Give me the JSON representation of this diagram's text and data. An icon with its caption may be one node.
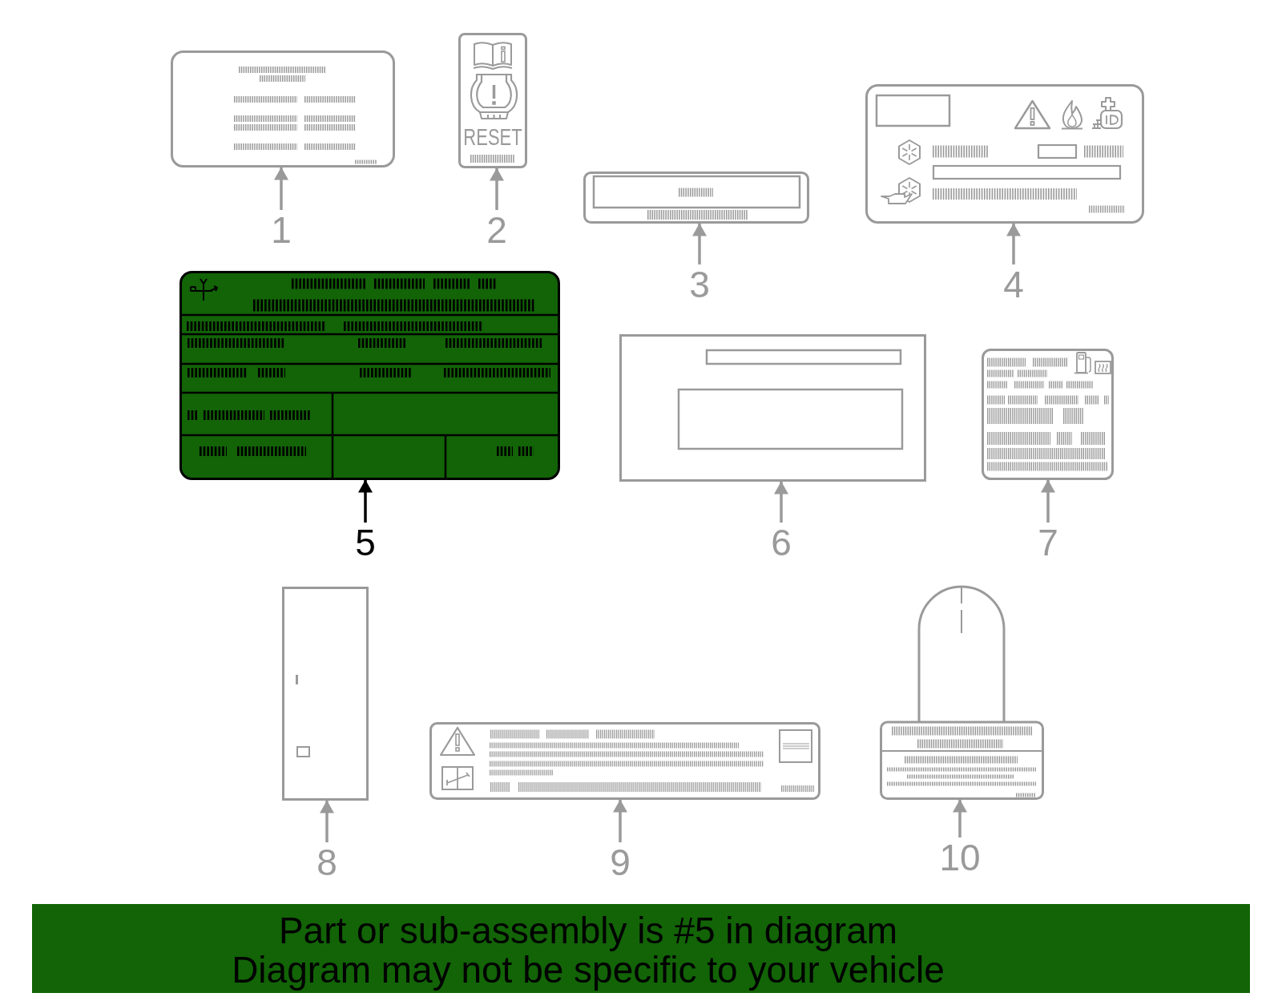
{
  "diagram": {
    "nodes": [
      {
        "text": [],
        "shape": "picture"
      },
      {
        "text": [
          "1"
        ]
      },
      {
        "text": [
          "RESET"
        ]
      },
      {
        "text": [
          "2"
        ]
      },
      {
        "text": [],
        "shape": "picture"
      },
      {
        "text": [
          "3"
        ]
      },
      {
        "text": [],
        "shape": "picture"
      },
      {
        "text": [
          "4"
        ]
      },
      {
        "text": [],
        "shape": "picture"
      },
      {
        "text": [
          "5"
        ]
      },
      {
        "text": [],
        "shape": "picture"
      },
      {
        "text": [
          "6"
        ]
      },
      {
        "text": [],
        "shape": "picture"
      },
      {
        "text": [
          "7"
        ]
      },
      {
        "text": [],
        "shape": "picture"
      },
      {
        "text": [
          "8"
        ]
      },
      {
        "text": [],
        "shape": "picture"
      },
      {
        "text": [
          "9"
        ]
      },
      {
        "text": [],
        "shape": "picture"
      },
      {
        "text": [
          "10"
        ]
      },
      {
        "text": [
          "Part or sub-assembly is #5 in diagram",
          "Diagram may not be specific to your vehicle"
        ]
      }
    ],
    "edges": [
      {
        "from": 1,
        "to": 0,
        "arrow": "to"
      },
      {
        "from": 3,
        "to": 2,
        "arrow": "to"
      },
      {
        "from": 5,
        "to": 4,
        "arrow": "to"
      },
      {
        "from": 7,
        "to": 6,
        "arrow": "to"
      },
      {
        "from": 9,
        "to": 8,
        "arrow": "to",
        "color": "#000000"
      },
      {
        "from": 11,
        "to": 10,
        "arrow": "to"
      },
      {
        "from": 13,
        "to": 12,
        "arrow": "to"
      },
      {
        "from": 15,
        "to": 14,
        "arrow": "to"
      },
      {
        "from": 17,
        "to": 16,
        "arrow": "to"
      },
      {
        "from": 19,
        "to": 18,
        "arrow": "to"
      }
    ]
  }
}
